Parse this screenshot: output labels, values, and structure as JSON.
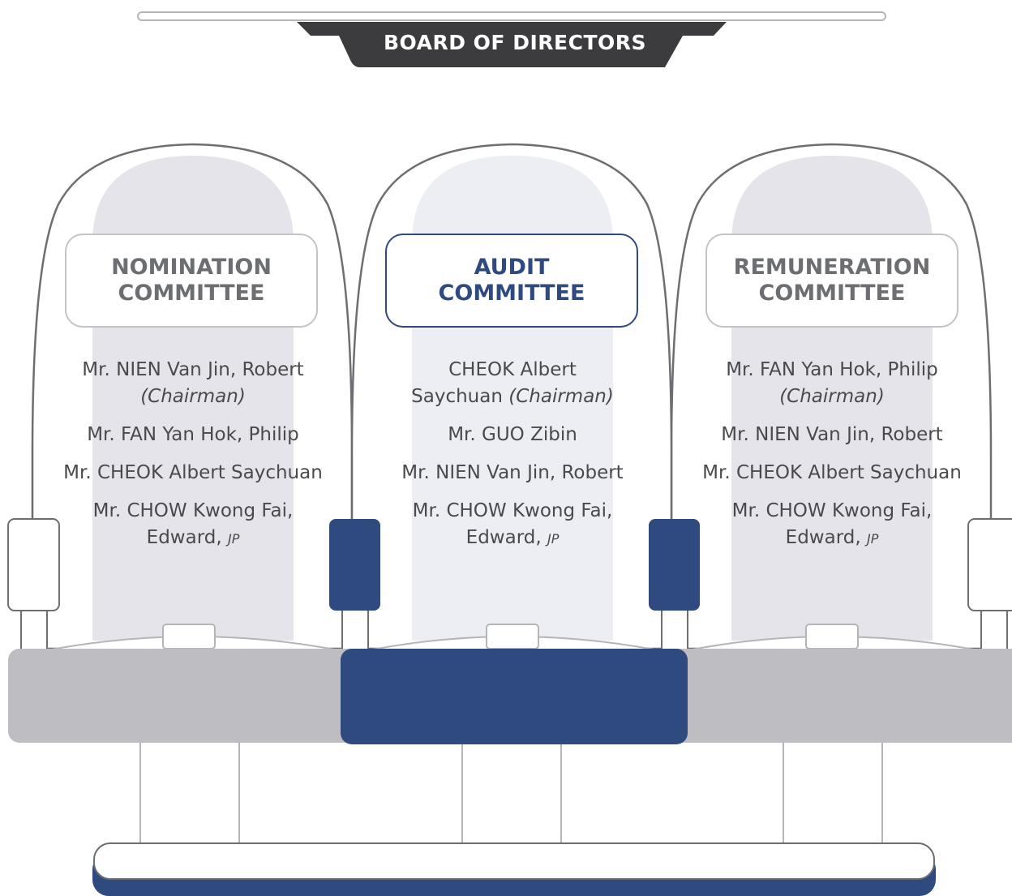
{
  "header": {
    "title": "BOARD OF DIRECTORS"
  },
  "colors": {
    "accent": "#2f4a7e",
    "header_bar": "#3c3c3e",
    "seat_grey": "#bdbdc2",
    "back_panel_grey": "#e4e4ea",
    "back_panel_blue": "#eceef3",
    "outline": "#6d6e71"
  },
  "committees": [
    {
      "name_line1": "NOMINATION",
      "name_line2": "COMMITTEE",
      "members": [
        {
          "name": "Mr. NIEN Van Jin, Robert",
          "role": "(Chairman)",
          "honor": ""
        },
        {
          "name": "Mr. FAN Yan Hok, Philip",
          "role": "",
          "honor": ""
        },
        {
          "name": "Mr. CHEOK Albert Saychuan",
          "role": "",
          "honor": ""
        },
        {
          "name": "Mr. CHOW Kwong Fai, Edward,",
          "role": "",
          "honor": "JP"
        }
      ]
    },
    {
      "name_line1": "AUDIT",
      "name_line2": "COMMITTEE",
      "members": [
        {
          "name": "CHEOK Albert Saychuan",
          "role": "(Chairman)",
          "honor": ""
        },
        {
          "name": "Mr. GUO Zibin",
          "role": "",
          "honor": ""
        },
        {
          "name": "Mr. NIEN Van Jin, Robert",
          "role": "",
          "honor": ""
        },
        {
          "name": "Mr. CHOW Kwong Fai, Edward,",
          "role": "",
          "honor": "JP"
        }
      ]
    },
    {
      "name_line1": "REMUNERATION",
      "name_line2": "COMMITTEE",
      "members": [
        {
          "name": "Mr. FAN Yan Hok, Philip",
          "role": "(Chairman)",
          "honor": ""
        },
        {
          "name": "Mr. NIEN Van Jin, Robert",
          "role": "",
          "honor": ""
        },
        {
          "name": "Mr. CHEOK Albert Saychuan",
          "role": "",
          "honor": ""
        },
        {
          "name": "Mr. CHOW Kwong Fai, Edward,",
          "role": "",
          "honor": "JP"
        }
      ]
    }
  ]
}
